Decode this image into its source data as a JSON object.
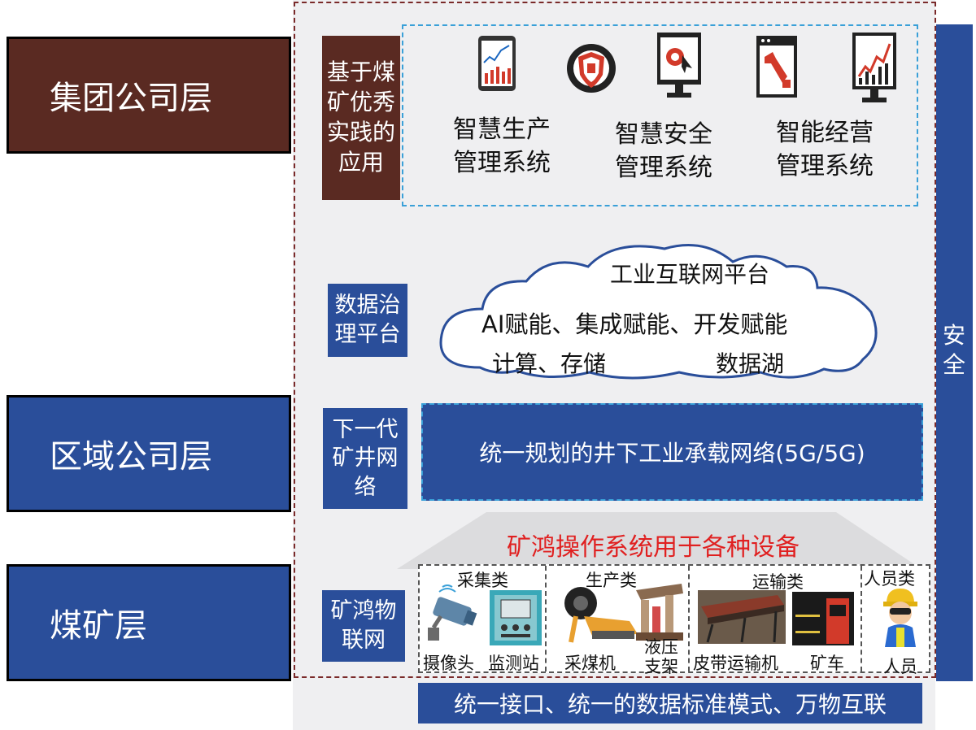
{
  "layers": {
    "group": "集团公司层",
    "region": "区域公司层",
    "mine": "煤矿层"
  },
  "side_labels": {
    "practice": "基于煤矿优秀实践的应用",
    "data_platform": "数据治理平台",
    "next_gen_network": "下一代矿井网络",
    "iot": "矿鸿物联网"
  },
  "systems": {
    "production": [
      "智慧生产",
      "管理系统"
    ],
    "safety": [
      "智慧安全",
      "管理系统"
    ],
    "operation": [
      "智能经营",
      "管理系统"
    ]
  },
  "cloud": {
    "title": "工业互联网平台",
    "line1": "AI赋能、集成赋能、开发赋能",
    "compute": "计算、存储",
    "lake": "数据湖"
  },
  "network_banner": "统一规划的井下工业承载网络(5G/5G)",
  "os_banner": "矿鸿操作系统用于各种设备",
  "security_label": "安全",
  "bottom_banner": "统一接口、统一的数据标准模式、万物互联",
  "device_categories": {
    "collection": "采集类",
    "production": "生产类",
    "transport": "运输类",
    "personnel": "人员类"
  },
  "devices": {
    "camera": "摄像头",
    "monitor": "监测站",
    "shearer": "采煤机",
    "hydraulic": "液压支架",
    "conveyor": "皮带运输机",
    "minecar": "矿车",
    "person": "人员"
  },
  "colors": {
    "brown": "#5a2a22",
    "blue": "#2a4e9a",
    "red_text": "#e02020",
    "panel_bg": "#efeff1"
  }
}
